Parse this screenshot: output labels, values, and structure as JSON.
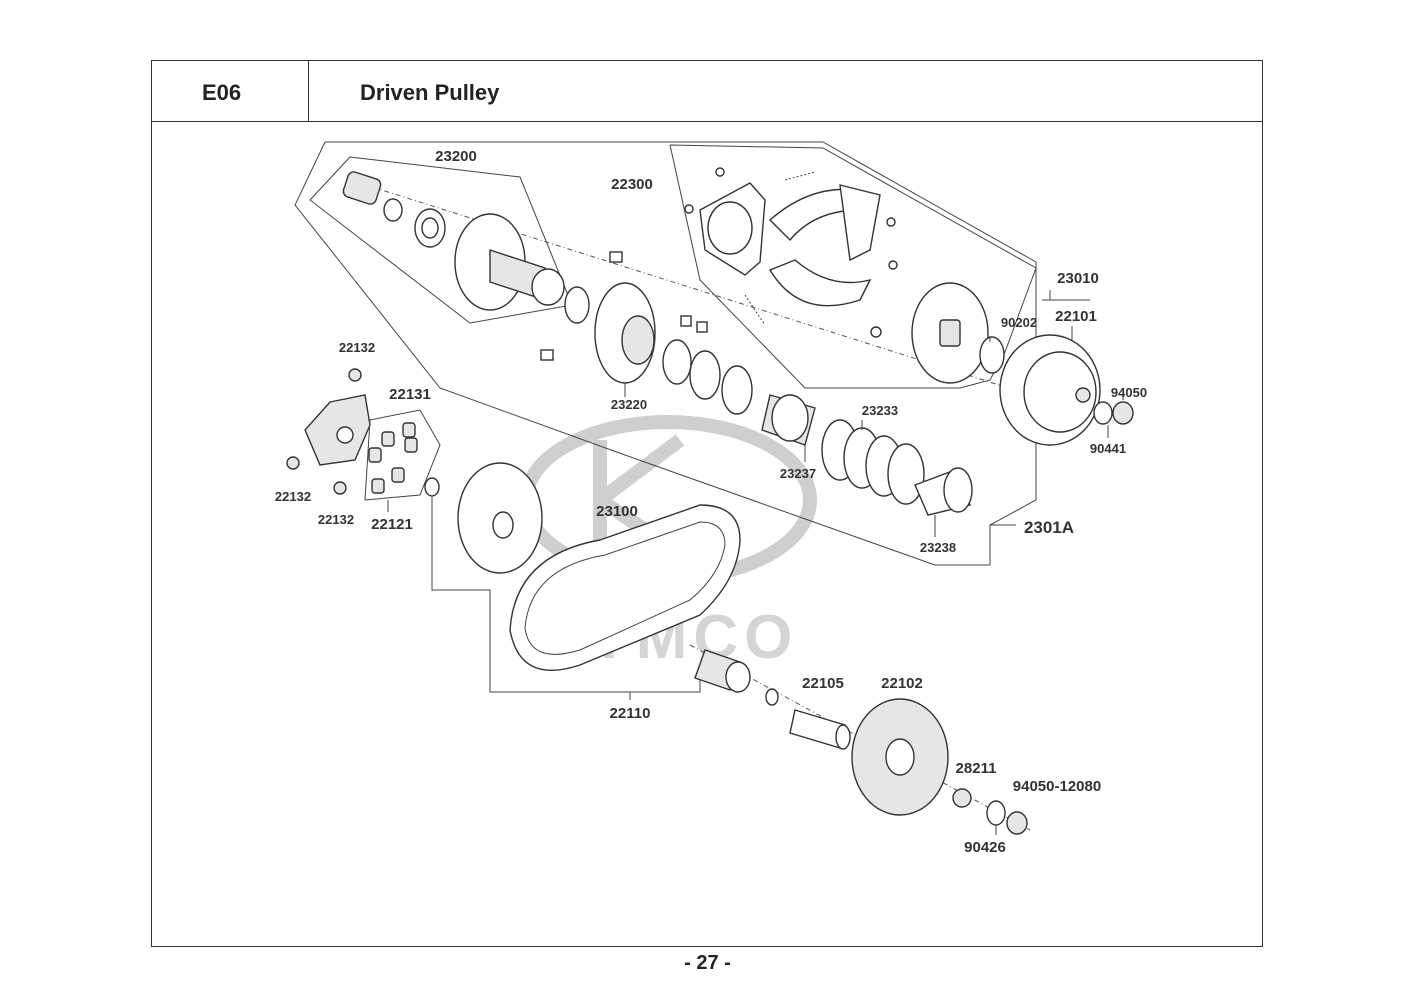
{
  "header": {
    "section_code": "E06",
    "section_title": "Driven Pulley"
  },
  "footer": {
    "page_number": "- 27 -"
  },
  "watermark": {
    "brand": "KYMCO"
  },
  "part_labels": {
    "p23200": "23200",
    "p22300": "22300",
    "p23010": "23010",
    "p22101": "22101",
    "p90202": "90202",
    "p94050": "94050",
    "p90441": "90441",
    "p23220": "23220",
    "p23233": "23233",
    "p23237": "23237",
    "p23238": "23238",
    "p2301A": "2301A",
    "p22132a": "22132",
    "p22131": "22131",
    "p22132b": "22132",
    "p22132c": "22132",
    "p22121": "22121",
    "p23100": "23100",
    "p22110": "22110",
    "p22105": "22105",
    "p22102": "22102",
    "p28211": "28211",
    "p94050_12080": "94050-12080",
    "p90426": "90426"
  },
  "colors": {
    "line": "#333333",
    "watermark": "#cfcfcf",
    "background": "#ffffff"
  }
}
